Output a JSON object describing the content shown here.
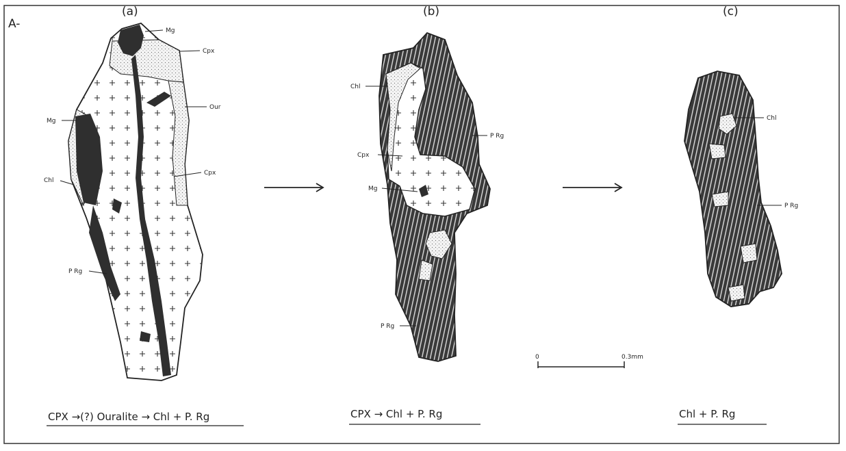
{
  "figure_label": "A-",
  "panels": [
    {
      "id": "a",
      "title": "(a)",
      "caption": "CPX →(?) Ouralite → Chl + P. Rg",
      "labels": {
        "mg_top": "Mg",
        "cpx_top": "Cpx",
        "our": "Our",
        "mg_left": "Mg",
        "chl": "Chl",
        "cpx_right": "Cpx",
        "prg": "P Rg"
      }
    },
    {
      "id": "b",
      "title": "(b)",
      "caption": "CPX → Chl + P. Rg",
      "labels": {
        "chl": "Chl",
        "prg_right": "P Rg",
        "cpx": "Cpx",
        "mg": "Mg",
        "prg_bottom": "P Rg"
      }
    },
    {
      "id": "c",
      "title": "(c)",
      "caption": "Chl + P. Rg",
      "labels": {
        "chl": "Chl",
        "prg": "P Rg"
      }
    }
  ],
  "scale_bar": {
    "start_label": "0",
    "end_label": "0.3mm"
  },
  "colors": {
    "ink": "#222222",
    "paper": "#ffffff",
    "dark_fill": "#2f2f2f"
  }
}
